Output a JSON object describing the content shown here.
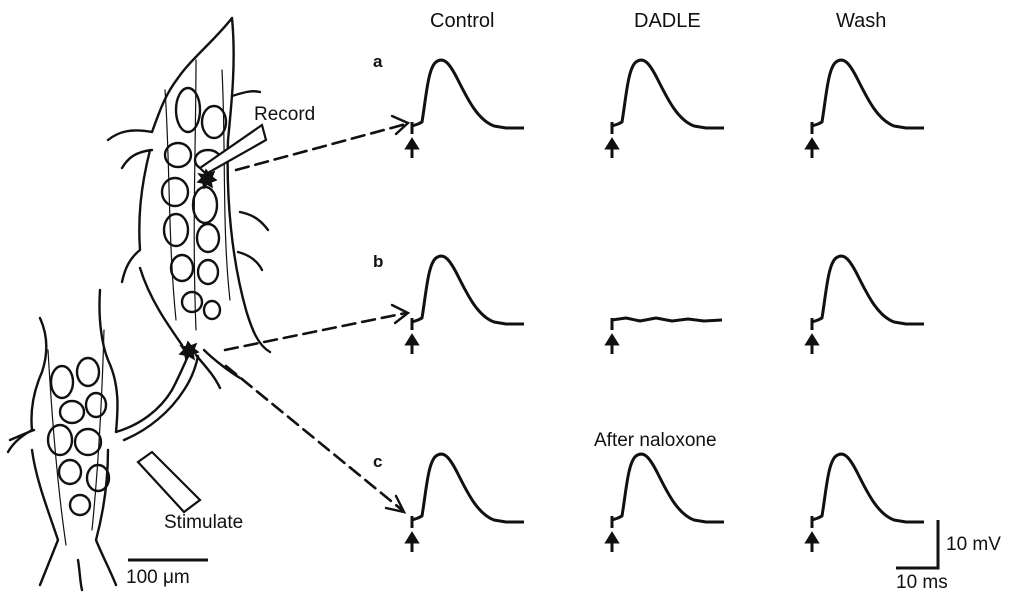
{
  "columns": [
    "Control",
    "DADLE",
    "Wash"
  ],
  "rows": [
    "a",
    "b",
    "c"
  ],
  "labels": {
    "record": "Record",
    "stimulate": "Stimulate",
    "after_naloxone": "After naloxone",
    "scale_length": "100 μm",
    "scale_voltage": "10 mV",
    "scale_time": "10 ms"
  },
  "traces": [
    {
      "row": "a",
      "column": "Control",
      "response": "spike"
    },
    {
      "row": "a",
      "column": "DADLE",
      "response": "spike"
    },
    {
      "row": "a",
      "column": "Wash",
      "response": "spike"
    },
    {
      "row": "b",
      "column": "Control",
      "response": "spike"
    },
    {
      "row": "b",
      "column": "DADLE",
      "response": "none"
    },
    {
      "row": "b",
      "column": "Wash",
      "response": "spike"
    },
    {
      "row": "c",
      "column": "Control",
      "response": "spike"
    },
    {
      "row": "c",
      "column": "After naloxone",
      "response": "spike"
    },
    {
      "row": "c",
      "column": "Wash",
      "response": "spike"
    }
  ]
}
